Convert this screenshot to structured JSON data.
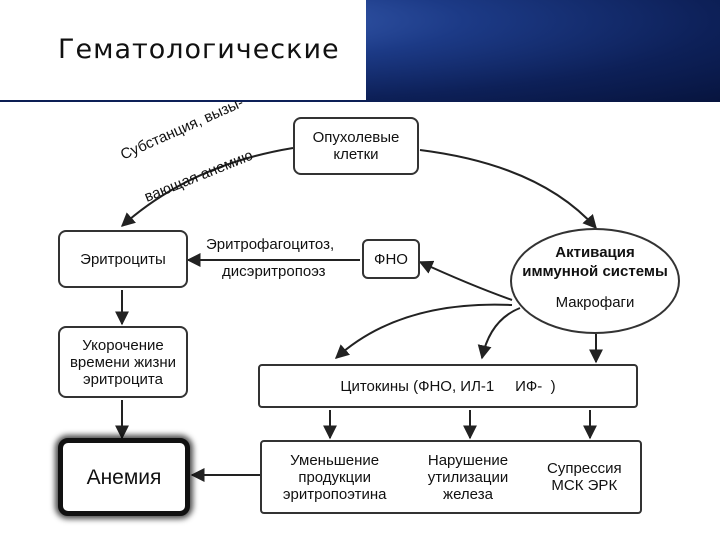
{
  "slide": {
    "title": "Гематологические"
  },
  "diagram": {
    "tumor_cells": "Опухолевые клетки",
    "substance_line1": "Субстанция, вызы-",
    "substance_line2": "вающая анемию",
    "erythrocytes": "Эритроциты",
    "erythrophagocytosis": "Эритрофагоцитоз,",
    "dyserythropoiesis": "дисэритропоэз",
    "fno": "ФНО",
    "immune_activation_line1": "Активация",
    "immune_activation_line2": "иммунной системы",
    "macrophages": "Макрофаги",
    "shortening": "Укорочение времени жизни эритроцита",
    "cytokines": "Цитокины (ФНО, ИЛ-1     ИФ-  )",
    "anemia": "Анемия",
    "reduced_epo": "Уменьшение продукции эритропоэтина",
    "iron_util": "Нарушение утилизации железа",
    "suppression": "Супрессия МСК ЭРК"
  }
}
